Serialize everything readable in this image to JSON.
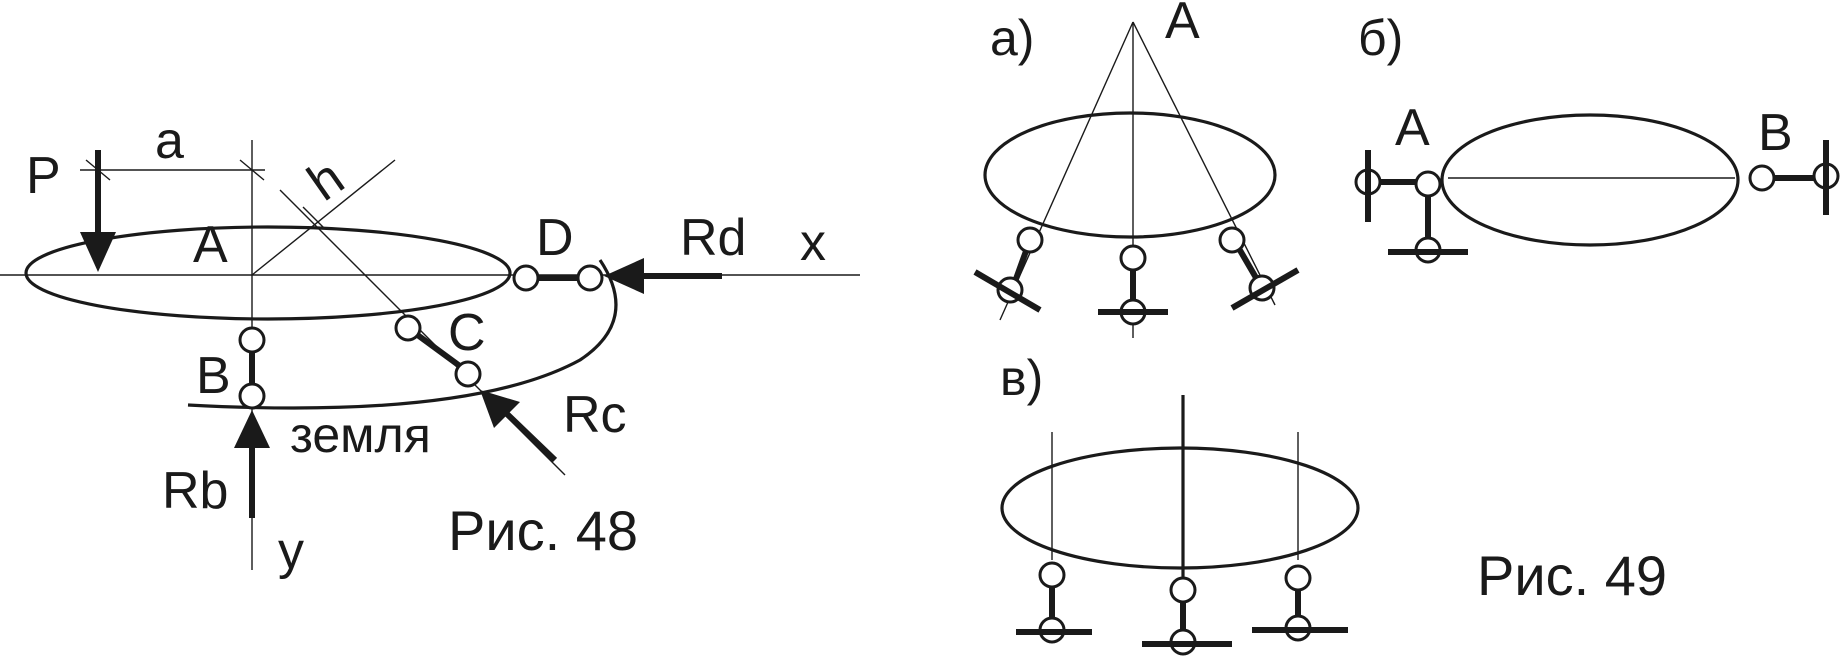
{
  "figure48": {
    "caption": "Рис. 48",
    "labels": {
      "P": "P",
      "a": "a",
      "h": "h",
      "A": "A",
      "D": "D",
      "Rd": "Rd",
      "x": "x",
      "C": "C",
      "B": "B",
      "ground": "земля",
      "Rc": "Rc",
      "Rb": "Rb",
      "y": "y"
    }
  },
  "figure49": {
    "caption": "Рис. 49",
    "panel_a": {
      "tag": "а)",
      "point": "A"
    },
    "panel_b": {
      "tag": "б)",
      "left_point": "A",
      "right_point": "B"
    },
    "panel_v": {
      "tag": "в)"
    }
  },
  "colors": {
    "ink": "#1a1a1a",
    "background": "#ffffff"
  }
}
